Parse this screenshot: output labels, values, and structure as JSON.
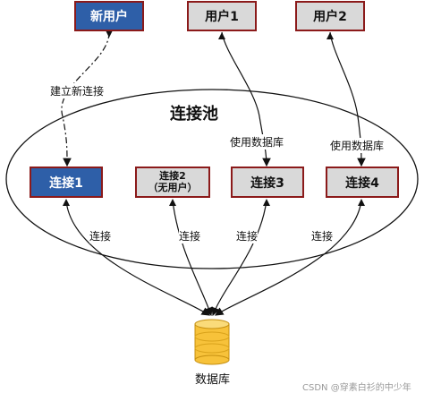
{
  "users": {
    "new_user": "新用户",
    "user1": "用户1",
    "user2": "用户2"
  },
  "pool": {
    "title": "连接池",
    "conn1": "连接1",
    "conn2_line1": "连接2",
    "conn2_line2": "（无用户）",
    "conn3": "连接3",
    "conn4": "连接4"
  },
  "labels": {
    "establish_new": "建立新连接",
    "use_db_left": "使用数据库",
    "use_db_right": "使用数据库",
    "connect": "连接"
  },
  "database": {
    "label": "数据库",
    "icon": "database-cylinder-icon",
    "color": "#F7C23A"
  },
  "watermark": "CSDN @穿素白衫的中少年",
  "colors": {
    "blue_box": "#2E5FA8",
    "gray_box": "#D9D9D9",
    "border": "#8B1A1A"
  }
}
